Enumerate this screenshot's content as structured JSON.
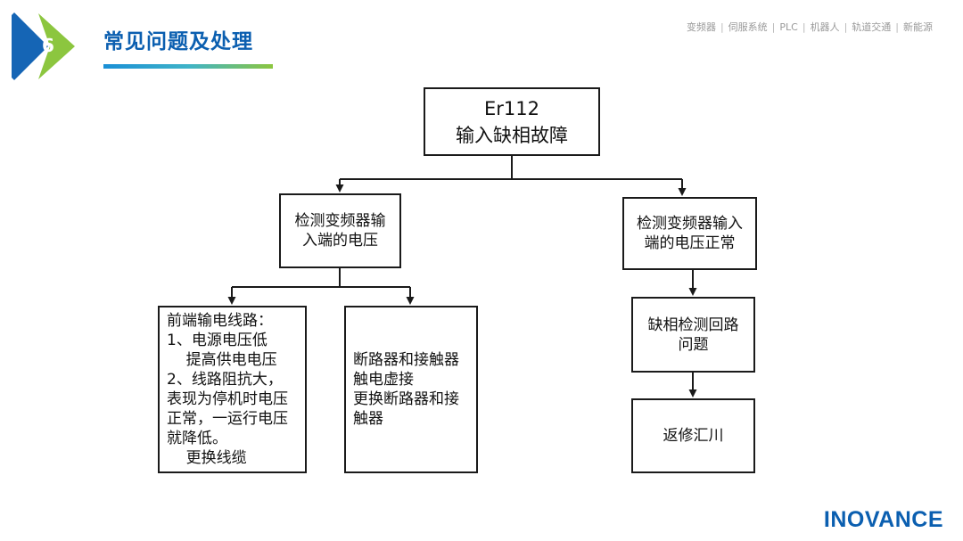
{
  "section": {
    "number": "6",
    "title": "常见问题及处理",
    "colors": {
      "badge_blue": "#1565b5",
      "badge_green": "#8cc63f",
      "title": "#0b5fb0"
    }
  },
  "product_nav": [
    "变频器",
    "伺服系统",
    "PLC",
    "机器人",
    "轨道交通",
    "新能源"
  ],
  "logo_text": "INOVANCE",
  "flowchart": {
    "root": {
      "code": "Er112",
      "name": "输入缺相故障"
    },
    "left_branch": {
      "lines": [
        "检测变频器输",
        "入端的电压"
      ]
    },
    "right_branch": {
      "lines": [
        "检测变频器输入",
        "端的电压正常"
      ]
    },
    "left_left": {
      "lines": [
        "前端输电线路：",
        "1、电源电压低",
        "    提高供电电压",
        "2、线路阻抗大，",
        "表现为停机时电压",
        "正常，一运行电压",
        "就降低。",
        "    更换线缆"
      ]
    },
    "left_right": {
      "lines": [
        "断路器和接触器",
        "触电虚接",
        "更换断路器和接",
        "触器"
      ]
    },
    "right_step2": {
      "lines": [
        "缺相检测回路",
        "问题"
      ]
    },
    "right_step3": {
      "lines": [
        "返修汇川"
      ]
    }
  }
}
